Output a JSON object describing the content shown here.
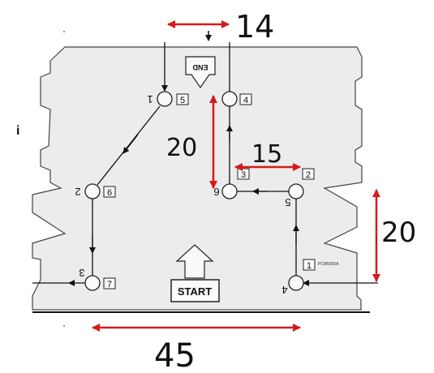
{
  "diagram": {
    "start_label": "START",
    "end_label": "END",
    "stamp_label": "i",
    "ref_code": "PCM5000A",
    "top_dimension": "14",
    "bottom_dimension": "45",
    "left_vertical_dimension": "20",
    "right_vertical_dimension": "20",
    "middle_horizontal_dimension": "15",
    "nodes": [
      {
        "box": "1",
        "label": "4"
      },
      {
        "box": "2",
        "label": "5"
      },
      {
        "box": "3",
        "label": "6"
      },
      {
        "box": "4",
        "label": ""
      },
      {
        "box": "5",
        "label": "1"
      },
      {
        "box": "6",
        "label": "2"
      },
      {
        "box": "7",
        "label": "3"
      }
    ]
  }
}
